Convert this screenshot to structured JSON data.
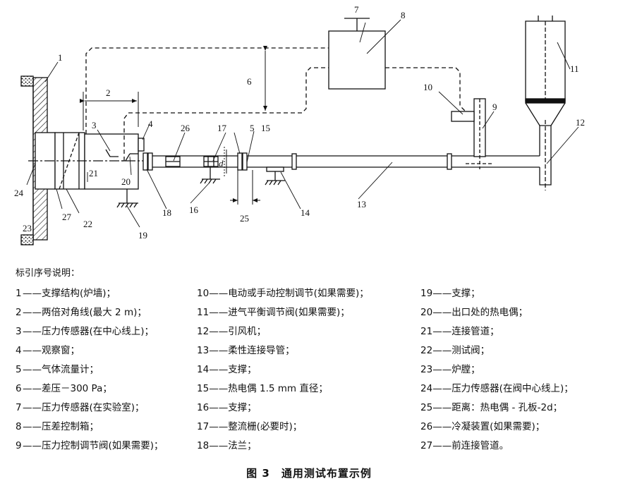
{
  "diagram": {
    "callouts": [
      "1",
      "2",
      "3",
      "4",
      "5",
      "6",
      "7",
      "8",
      "9",
      "10",
      "11",
      "12",
      "13",
      "14",
      "15",
      "16",
      "17",
      "18",
      "19",
      "20",
      "21",
      "22",
      "23",
      "24",
      "25",
      "26",
      "27"
    ],
    "dimension_label": "d"
  },
  "legend": {
    "title": "标引序号说明：",
    "dash": "——",
    "columns": [
      [
        {
          "num": "1",
          "text": "支撑结构(炉墙)；"
        },
        {
          "num": "2",
          "text": "两倍对角线(最大 2 m)；"
        },
        {
          "num": "3",
          "text": "压力传感器(在中心线上)；"
        },
        {
          "num": "4",
          "text": "观察窗；"
        },
        {
          "num": "5",
          "text": "气体流量计；"
        },
        {
          "num": "6",
          "text": "差压－300 Pa；"
        },
        {
          "num": "7",
          "text": "压力传感器(在实验室)；"
        },
        {
          "num": "8",
          "text": "压差控制箱；"
        },
        {
          "num": "9",
          "text": "压力控制调节阀(如果需要)；"
        }
      ],
      [
        {
          "num": "10",
          "text": "电动或手动控制调节(如果需要)；"
        },
        {
          "num": "11",
          "text": "进气平衡调节阀(如果需要)；"
        },
        {
          "num": "12",
          "text": "引风机；"
        },
        {
          "num": "13",
          "text": "柔性连接导管；"
        },
        {
          "num": "14",
          "text": "支撑；"
        },
        {
          "num": "15",
          "text": "热电偶 1.5 mm 直径；"
        },
        {
          "num": "16",
          "text": "支撑；"
        },
        {
          "num": "17",
          "text": "整流栅(必要时)；"
        },
        {
          "num": "18",
          "text": "法兰；"
        }
      ],
      [
        {
          "num": "19",
          "text": "支撑；"
        },
        {
          "num": "20",
          "text": "出口处的热电偶；"
        },
        {
          "num": "21",
          "text": "连接管道；"
        },
        {
          "num": "22",
          "text": "测试阀；"
        },
        {
          "num": "23",
          "text": "炉膛；"
        },
        {
          "num": "24",
          "text": "压力传感器(在阀中心线上)；"
        },
        {
          "num": "25",
          "text": "距离：热电偶 - 孔板-2d；"
        },
        {
          "num": "26",
          "text": "冷凝装置(如果需要)；"
        },
        {
          "num": "27",
          "text": "前连接管道。"
        }
      ]
    ]
  },
  "caption": "图 3　通用测试布置示例"
}
